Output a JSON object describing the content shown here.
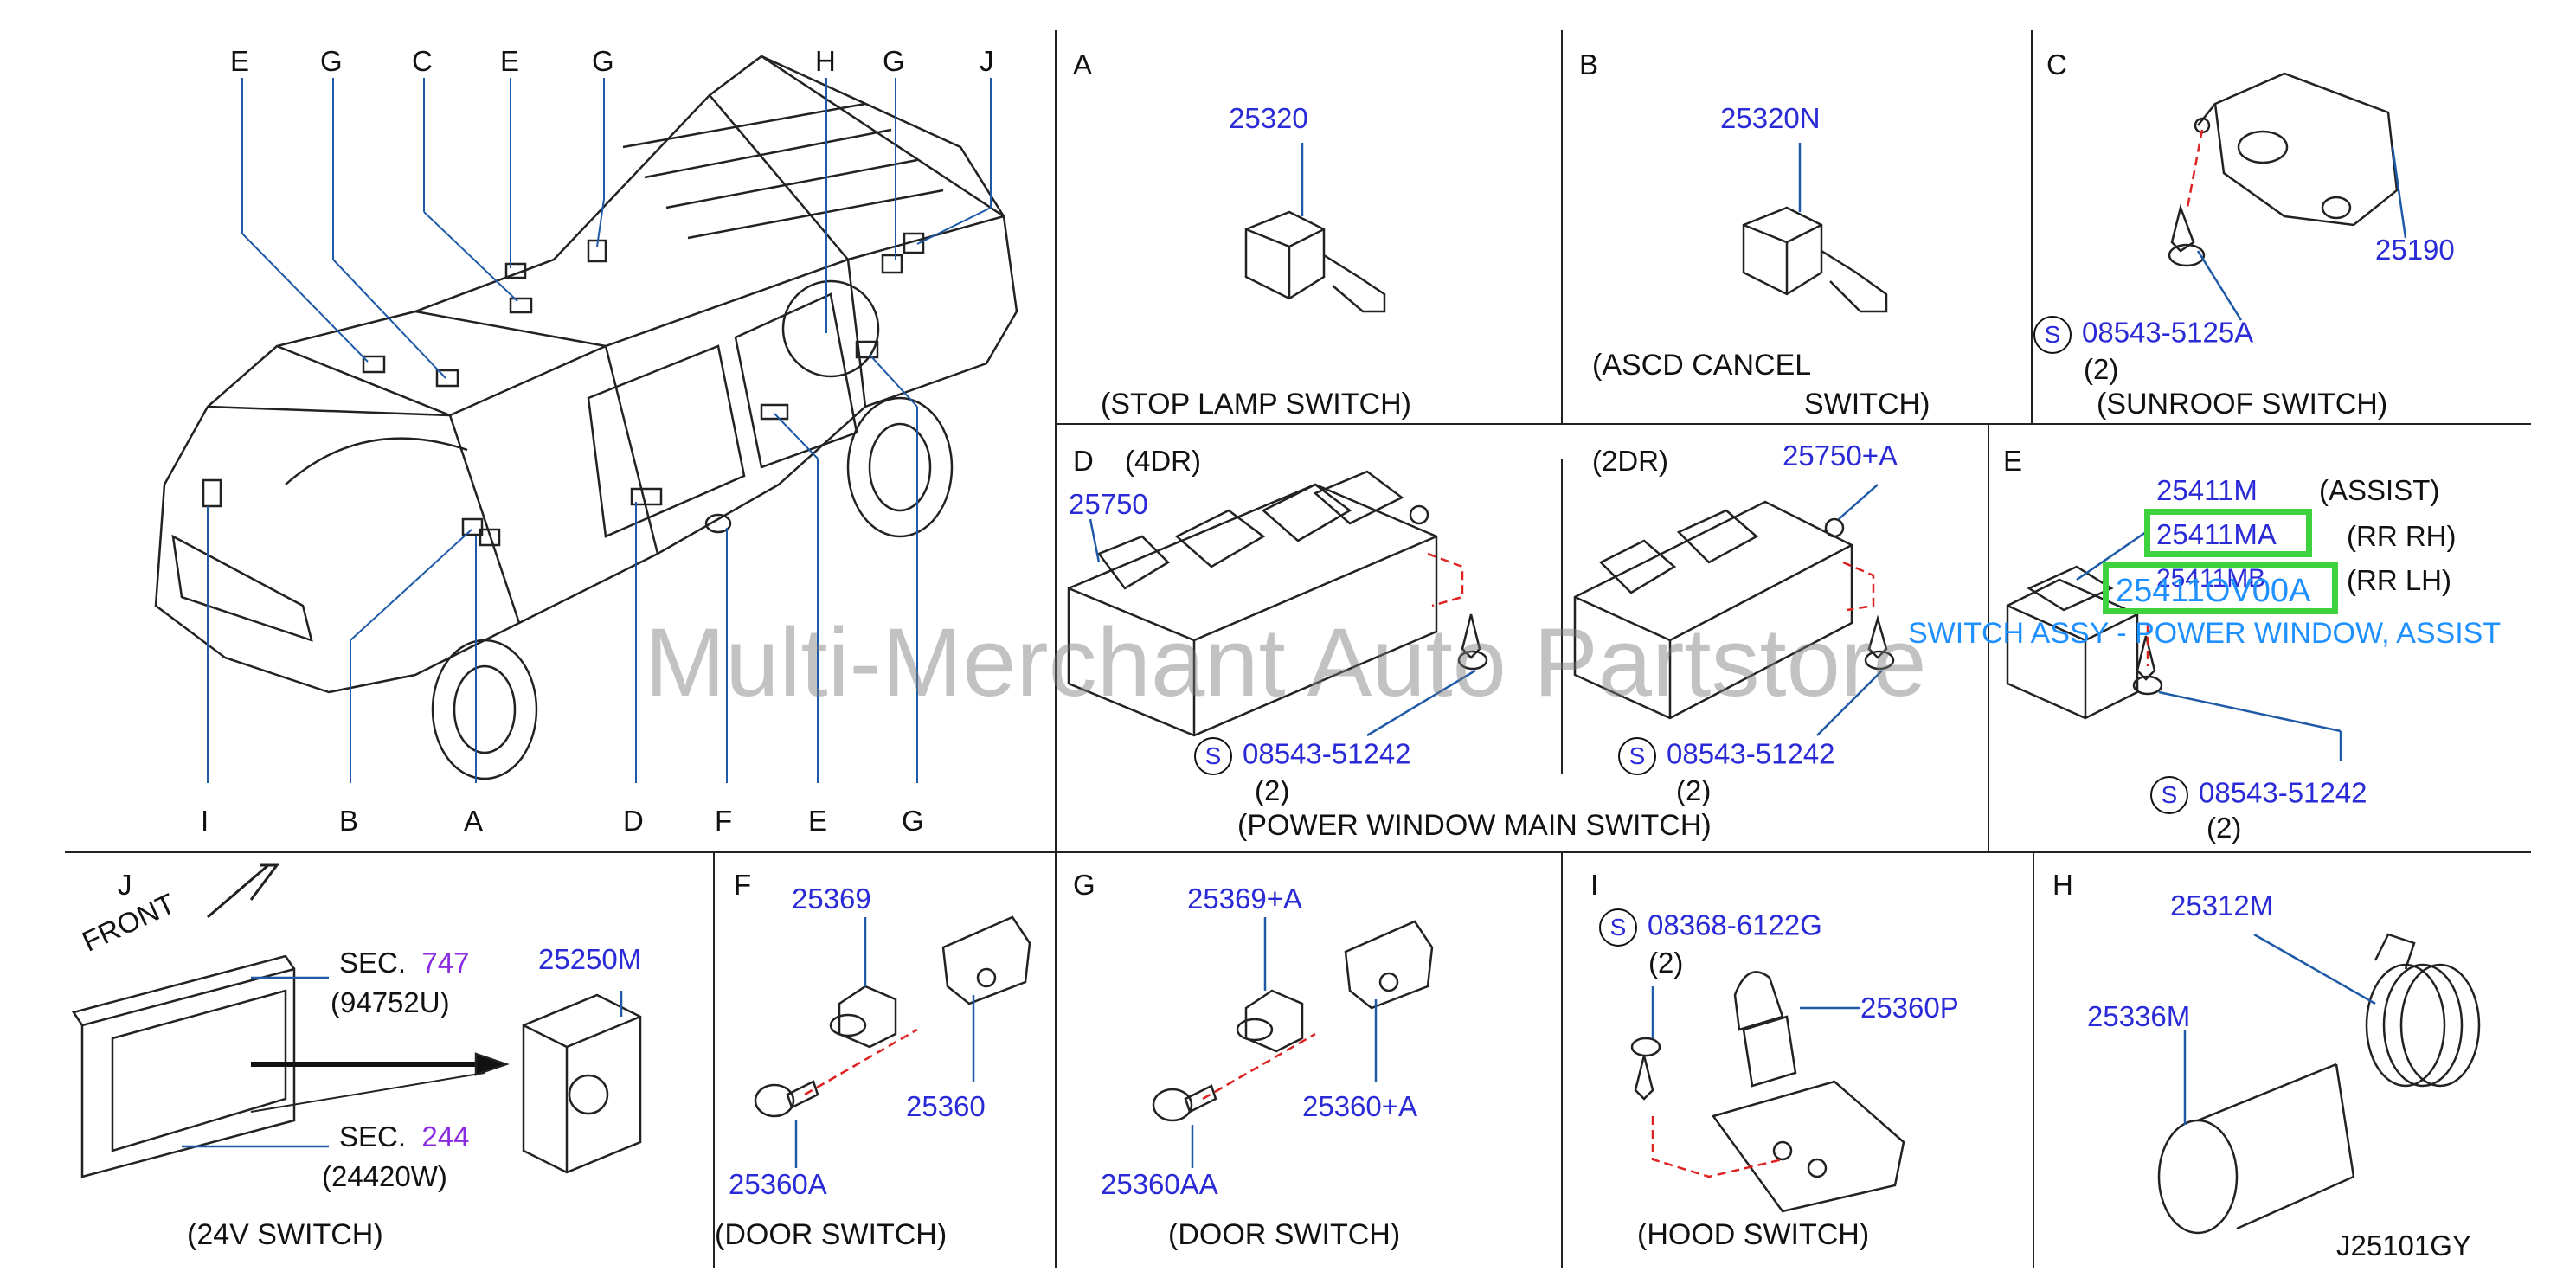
{
  "overview_letters": [
    "E",
    "G",
    "C",
    "E",
    "G",
    "H",
    "G",
    "J"
  ],
  "overview_bottom_letters": [
    "I",
    "B",
    "A",
    "D",
    "F",
    "E",
    "G"
  ],
  "panels": {
    "A": {
      "letter": "A",
      "part": "25320",
      "caption": "(STOP   LAMP   SWITCH)"
    },
    "B": {
      "letter": "B",
      "part": "25320N",
      "caption1": "(ASCD   CANCEL",
      "caption2": "SWITCH)"
    },
    "C": {
      "letter": "C",
      "part1": "25190",
      "screw": "08543-5125A",
      "qty": "(2)",
      "caption": "(SUNROOF   SWITCH)"
    },
    "D": {
      "letter": "D",
      "variant1": "(4DR)",
      "part1": "25750",
      "variant2": "(2DR)",
      "part2": "25750+A",
      "screw": "08543-51242",
      "qty": "(2)",
      "screw2": "08543-51242",
      "qty2": "(2)",
      "caption": "(POWER   WINDOW   MAIN   SWITCH)"
    },
    "E": {
      "letter": "E",
      "part1": "25411M",
      "note1": "(ASSIST)",
      "part2": "25411MA",
      "note2": "(RR   RH)",
      "part3": "25411MB",
      "note3": "(RR   LH)",
      "overlay": "25411OV00A",
      "tooltip": "SWITCH ASSY - POWER WINDOW, ASSIST",
      "screw": "08543-51242",
      "qty": "(2)"
    },
    "J": {
      "letter": "J",
      "front": "FRONT",
      "sec1": "SEC.",
      "sec1n": "747",
      "sec1code": "(94752U)",
      "sec2": "SEC.",
      "sec2n": "244",
      "sec2code": "(24420W)",
      "part": "25250M",
      "caption": "(24V   SWITCH)"
    },
    "F": {
      "letter": "F",
      "part1": "25369",
      "part2": "25360",
      "part3": "25360A",
      "caption": "(DOOR   SWITCH)"
    },
    "G": {
      "letter": "G",
      "part1": "25369+A",
      "part2": "25360+A",
      "part3": "25360AA",
      "caption": "(DOOR   SWITCH)"
    },
    "I": {
      "letter": "I",
      "screw": "08368-6122G",
      "qty": "(2)",
      "part": "25360P",
      "caption": "(HOOD   SWITCH)"
    },
    "H": {
      "letter": "H",
      "part1": "25312M",
      "part2": "25336M",
      "code": "J25101GY"
    }
  },
  "screw_symbol": "S",
  "watermark": "Multi-Merchant Auto Partstore",
  "colors": {
    "part": "#2a2ad6",
    "highlight": "#3fd23f",
    "tooltip": "#1e90ff",
    "sec_number": "#8a2be2"
  }
}
